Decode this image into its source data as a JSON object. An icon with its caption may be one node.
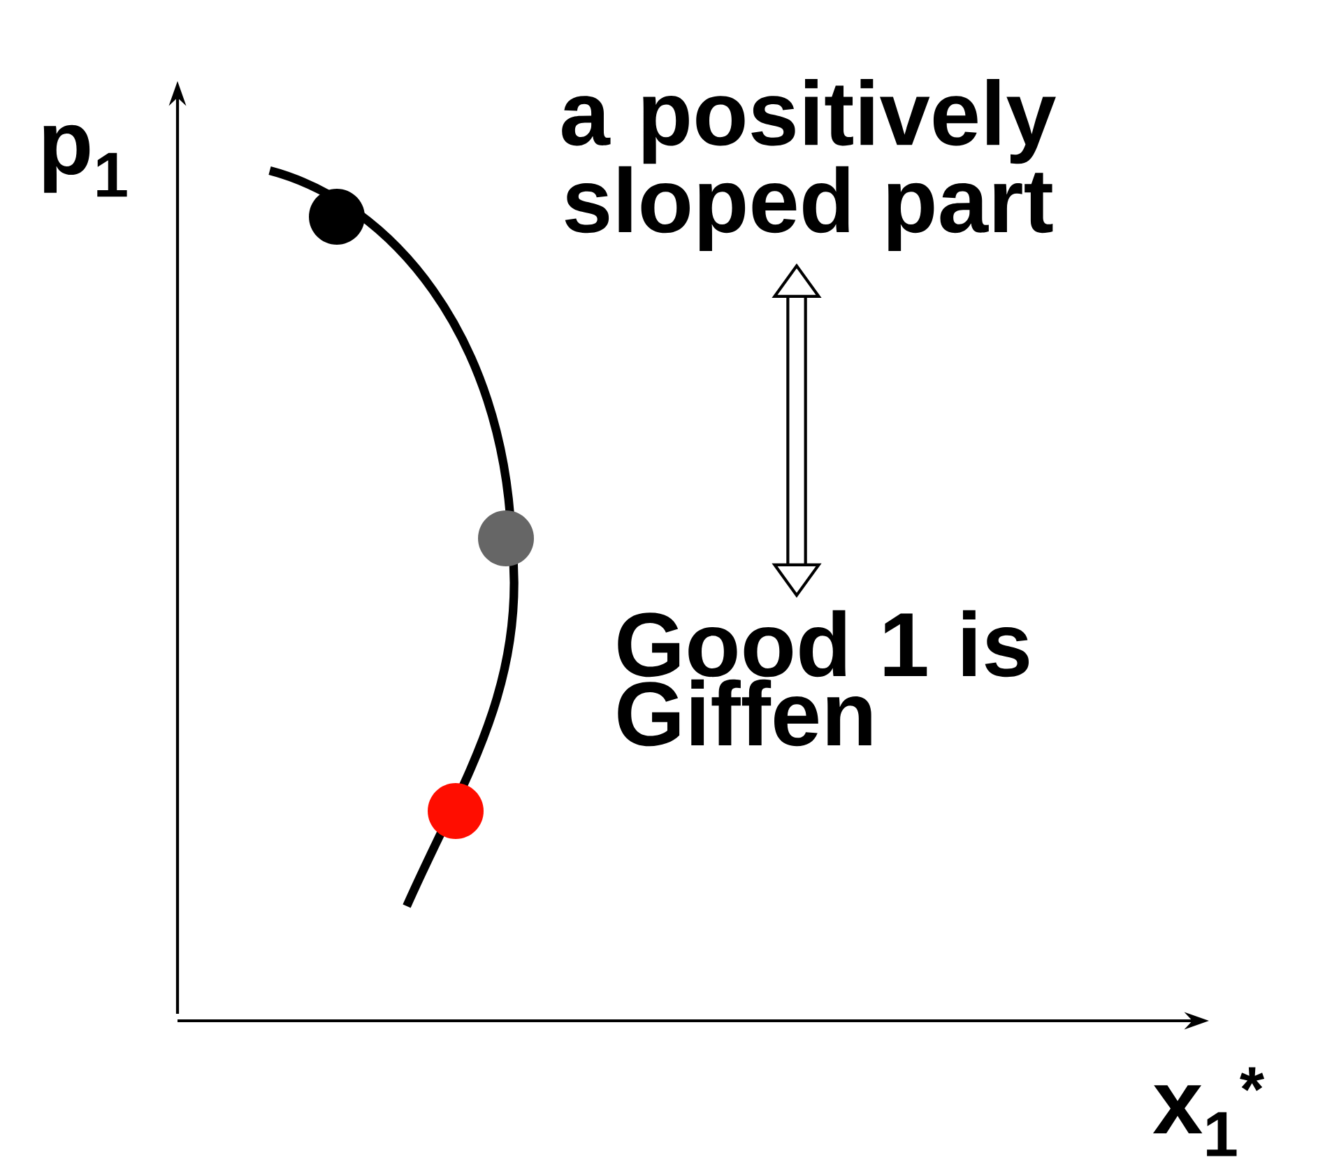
{
  "diagram": {
    "nodes": [
      {
        "text": [
          "a positively sloped part"
        ]
      },
      {
        "text": [
          "Good 1 is Giffen"
        ]
      }
    ],
    "edges": [
      {
        "from": 0,
        "to": 1,
        "arrow": "both"
      }
    ],
    "labels": [
      "p$_{1}$",
      "x$_{1}$$^{*}$"
    ]
  }
}
